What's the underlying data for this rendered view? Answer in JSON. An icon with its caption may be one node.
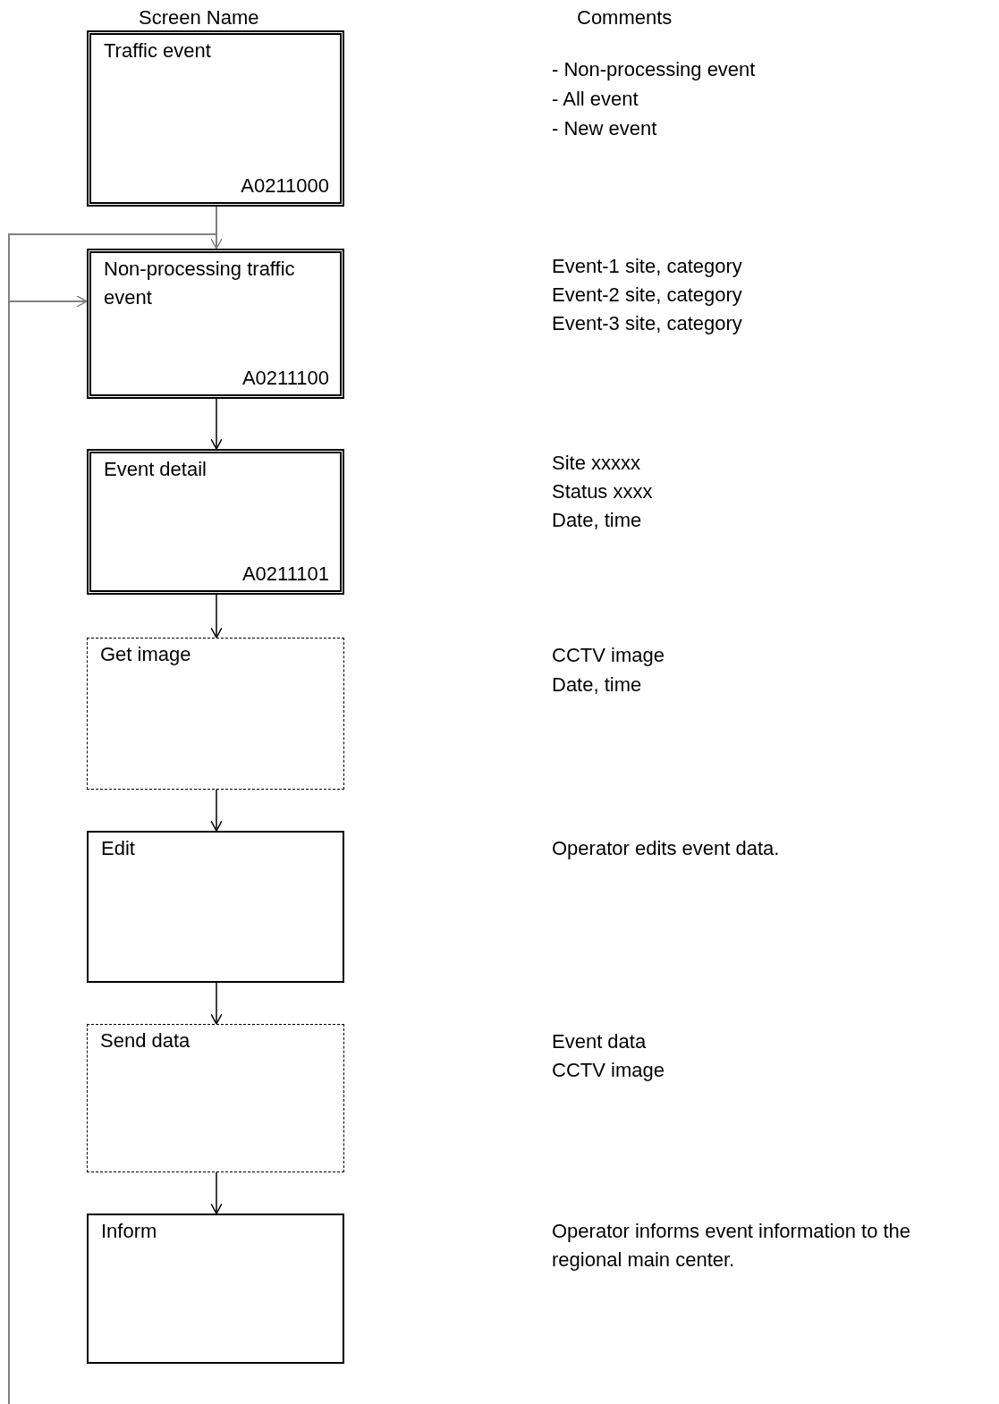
{
  "diagram": {
    "nodes": [
      {
        "text": [
          "Traffic event",
          "A0211000"
        ]
      },
      {
        "text": [
          "Non-processing traffic event",
          "A0211100"
        ]
      },
      {
        "text": [
          "Event detail",
          "A0211101"
        ]
      },
      {
        "text": [
          "Get image"
        ]
      },
      {
        "text": [
          "Edit"
        ]
      },
      {
        "text": [
          "Send data"
        ]
      },
      {
        "text": [
          "Inform"
        ]
      }
    ],
    "edges": [
      {
        "from": 0,
        "to": 1,
        "arrow": "to",
        "color": "#808080"
      },
      {
        "from": 1,
        "to": 2,
        "arrow": "to"
      },
      {
        "from": 2,
        "to": 3,
        "arrow": "to"
      },
      {
        "from": 3,
        "to": 4,
        "arrow": "to"
      },
      {
        "from": 4,
        "to": 5,
        "arrow": "to"
      },
      {
        "from": 5,
        "to": 6,
        "arrow": "to"
      },
      {
        "from": null,
        "to": 1,
        "arrow": "to",
        "color": "#808080"
      }
    ],
    "labels": [
      "Screen Name",
      "Comments",
      "- Non-processing event",
      "- All event",
      "- New event",
      "Event-1 site, category",
      "Event-2 site, category",
      "Event-3 site, category",
      "Site xxxxx",
      "Status xxxx",
      "Date, time",
      "CCTV image",
      "Date, time",
      "Operator edits event data.",
      "Event data",
      "CCTV image",
      "Operator informs event information to the regional main center."
    ]
  }
}
